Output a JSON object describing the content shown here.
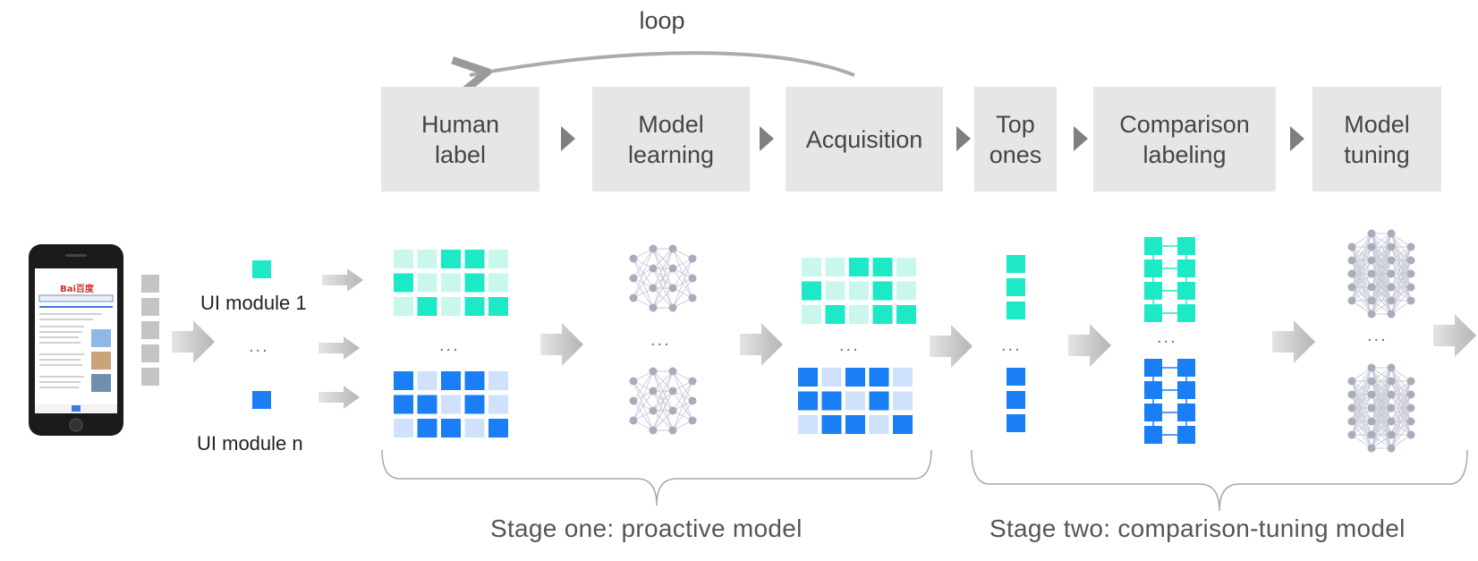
{
  "loop_label": "loop",
  "steps": [
    {
      "label": "Human\nlabel"
    },
    {
      "label": "Model\nlearning"
    },
    {
      "label": "Acquisition"
    },
    {
      "label": "Top\nones"
    },
    {
      "label": "Comparison\nlabeling"
    },
    {
      "label": "Model\ntuning"
    }
  ],
  "modules": {
    "first": "UI module 1",
    "last": "UI module n",
    "ellipsis": "..."
  },
  "ellipsis": "...",
  "stages": {
    "one": "Stage one: proactive model",
    "two": "Stage two: comparison-tuning model"
  },
  "colors": {
    "teal": "#1de9c6",
    "teal_light": "#c9f7ee",
    "blue": "#1a7ef5",
    "blue_light": "#cfe1fb",
    "box_bg": "#e6e6e6",
    "node": "#a9adbb",
    "edge": "#c8cad6"
  },
  "grids": {
    "teal_a": [
      [
        0,
        0,
        1,
        1,
        0
      ],
      [
        1,
        0,
        0,
        1,
        0
      ],
      [
        0,
        1,
        0,
        1,
        1
      ]
    ],
    "blue_a": [
      [
        1,
        0,
        1,
        1,
        0
      ],
      [
        1,
        1,
        0,
        1,
        0
      ],
      [
        0,
        1,
        1,
        0,
        1
      ]
    ],
    "teal_b": [
      [
        0,
        0,
        1,
        1,
        0
      ],
      [
        1,
        0,
        0,
        1,
        0
      ],
      [
        0,
        1,
        0,
        1,
        1
      ]
    ],
    "blue_b": [
      [
        1,
        0,
        1,
        1,
        0
      ],
      [
        1,
        1,
        0,
        1,
        0
      ],
      [
        0,
        1,
        1,
        0,
        1
      ]
    ]
  },
  "phone": {
    "brand_text": "Bai百度"
  }
}
